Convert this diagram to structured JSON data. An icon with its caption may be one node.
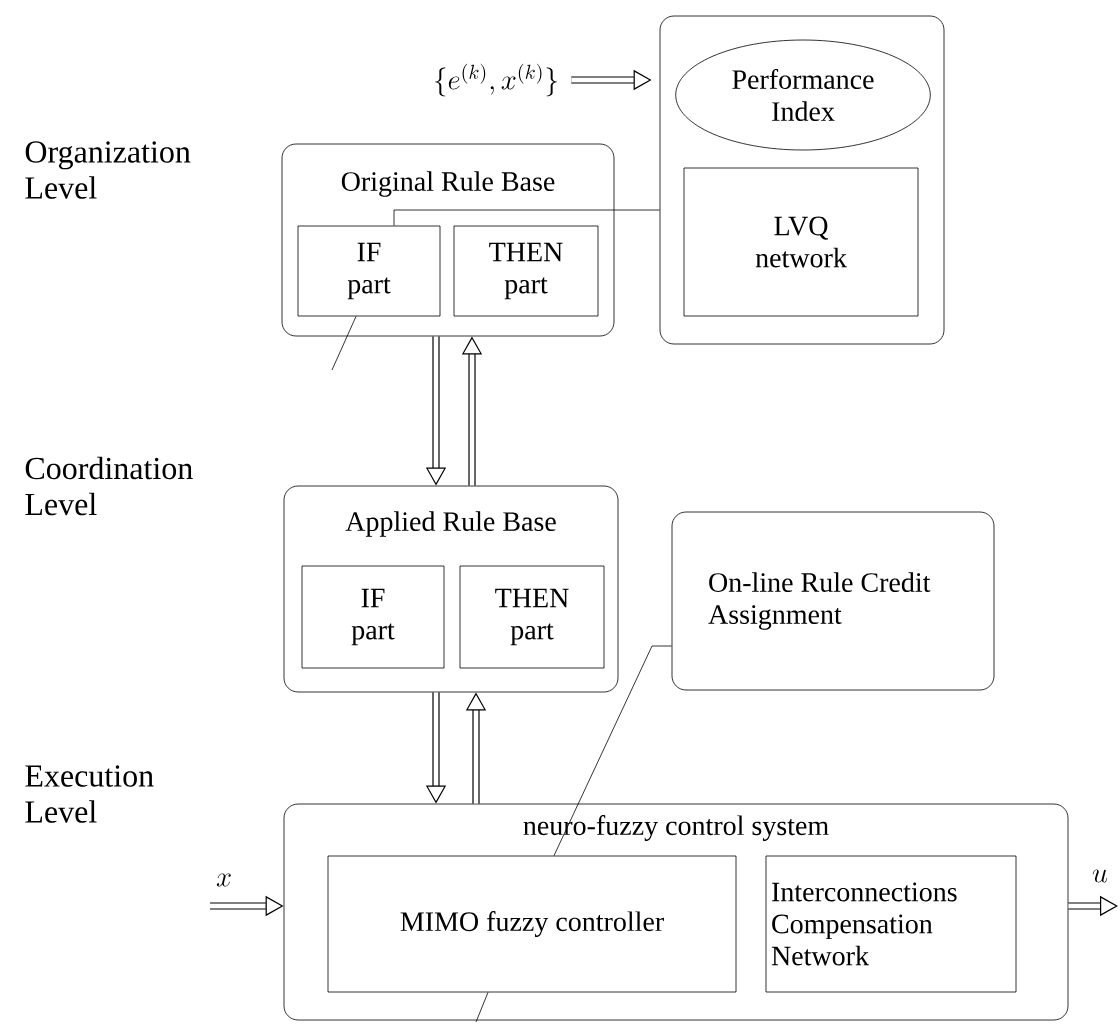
{
  "diagram": {
    "nodes": [
      {
        "text": [
          "Original Rule Base"
        ]
      },
      {
        "text": [
          "IF part"
        ],
        "in": 0
      },
      {
        "text": [
          "THEN part"
        ],
        "in": 0
      },
      {
        "text": [],
        "shape": "box"
      },
      {
        "text": [
          "Performance Index"
        ],
        "in": 3
      },
      {
        "text": [
          "LVQ network"
        ],
        "in": 3
      },
      {
        "text": [
          "Applied Rule Base"
        ]
      },
      {
        "text": [
          "IF part"
        ],
        "in": 6
      },
      {
        "text": [
          "THEN part"
        ],
        "in": 6
      },
      {
        "text": [
          "On-line Rule Credit Assignment"
        ]
      },
      {
        "text": [
          "neuro-fuzzy control system"
        ]
      },
      {
        "text": [
          "MIMO fuzzy controller"
        ],
        "in": 10
      },
      {
        "text": [
          "Interconnections Compensation Network"
        ],
        "in": 10
      },
      {
        "text": [
          "\\{e^{(k)}, x^{(k)}\\}"
        ]
      }
    ],
    "edges": [
      {
        "from": 13,
        "to": 3,
        "arrow": "to"
      },
      {
        "from": 3,
        "to": 1,
        "arrow": "none"
      },
      {
        "from": 1,
        "to": null,
        "arrow": "none"
      },
      {
        "from": 0,
        "to": 6,
        "arrow": "to"
      },
      {
        "from": 6,
        "to": 0,
        "arrow": "to"
      },
      {
        "from": 6,
        "to": 10,
        "arrow": "to"
      },
      {
        "from": 10,
        "to": 6,
        "arrow": "to"
      },
      {
        "from": 11,
        "to": 9,
        "arrow": "none"
      },
      {
        "from": 11,
        "to": null,
        "arrow": "none"
      },
      {
        "from": null,
        "to": 10,
        "arrow": "to",
        "label": "x"
      },
      {
        "from": 10,
        "to": null,
        "arrow": "to",
        "label": "u"
      }
    ],
    "labels": [
      "Organization Level",
      "Coordination Level",
      "Execution Level"
    ]
  }
}
